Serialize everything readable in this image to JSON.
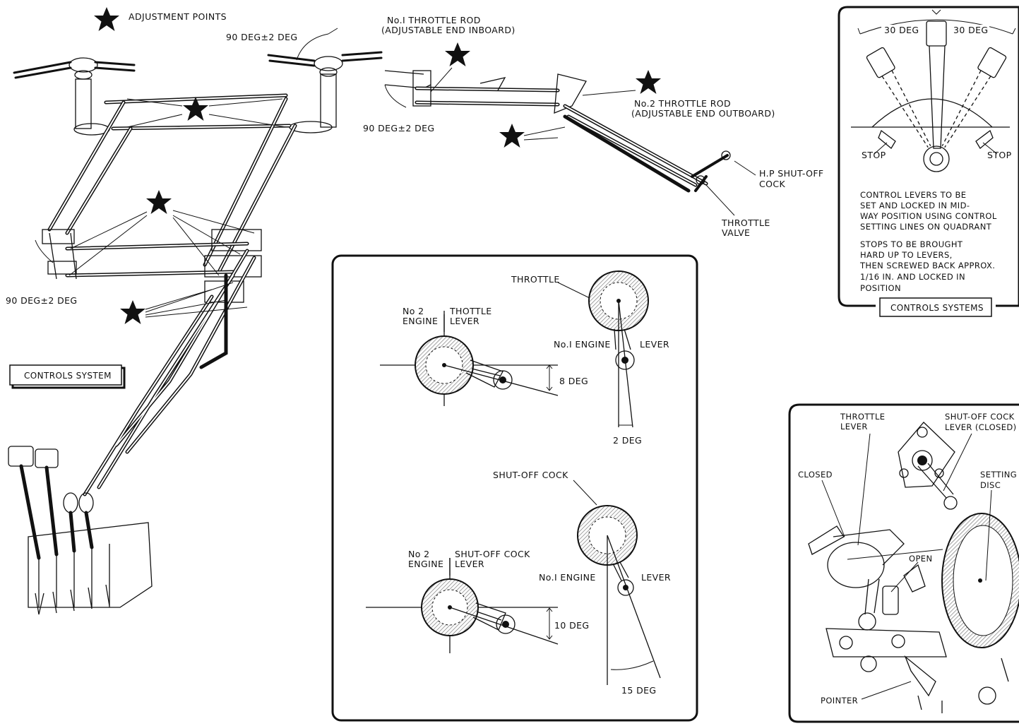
{
  "legend": {
    "label": "ADJUSTMENT POINTS"
  },
  "main_diagram": {
    "box_label": "CONTROLS SYSTEM",
    "angle_upper_right": "90 DEG±2 DEG",
    "angle_rear": "90 DEG±2 DEG",
    "angle_lower_left": "90 DEG±2 DEG",
    "no1_rod_line1": "No.I THROTTLE ROD",
    "no1_rod_line2": "(ADJUSTABLE END INBOARD)",
    "no2_rod_line1": "No.2 THROTTLE ROD",
    "no2_rod_line2": "(ADJUSTABLE END OUTBOARD)",
    "hp_line1": "H.P SHUT-OFF",
    "hp_line2": "COCK",
    "throttle_valve_line1": "THROTTLE",
    "throttle_valve_line2": "VALVE"
  },
  "quadrant_panel": {
    "angle_left": "30 DEG",
    "angle_right": "30 DEG",
    "stop_left": "STOP",
    "stop_right": "STOP",
    "note1": [
      "CONTROL LEVERS TO BE",
      "SET AND LOCKED IN MID-",
      "WAY POSITION USING CONTROL",
      "SETTING LINES ON QUADRANT"
    ],
    "note2": [
      "STOPS TO BE BROUGHT",
      "HARD UP TO LEVERS,",
      "THEN SCREWED BACK APPROX.",
      "1/16 IN. AND LOCKED IN",
      "POSITION"
    ],
    "box_label": "CONTROLS SYSTEMS"
  },
  "settings_panel": {
    "throttle_top": "THROTTLE",
    "no2_engine_a_line1": "No 2",
    "no2_engine_a_line2": "ENGINE",
    "throttle_lever_line1": "THOTTLE",
    "throttle_lever_line2": "LEVER",
    "no1_engine_a": "No.I ENGINE",
    "lever_a": "LEVER",
    "deg_8": "8 DEG",
    "deg_2": "2 DEG",
    "shutoff_top": "SHUT-OFF COCK",
    "no2_engine_b_line1": "No 2",
    "no2_engine_b_line2": "ENGINE",
    "shutoff_lever_line1": "SHUT-OFF COCK",
    "shutoff_lever_line2": "LEVER",
    "no1_engine_b": "No.I ENGINE",
    "lever_b": "LEVER",
    "deg_10": "10 DEG",
    "deg_15": "15 DEG"
  },
  "cock_panel": {
    "throttle_lever_line1": "THROTTLE",
    "throttle_lever_line2": "LEVER",
    "shutoff_line1": "SHUT-OFF COCK",
    "shutoff_line2": "LEVER (CLOSED)",
    "closed": "CLOSED",
    "setting_line1": "SETTING",
    "setting_line2": "DISC",
    "open": "OPEN",
    "pointer": "POINTER"
  }
}
